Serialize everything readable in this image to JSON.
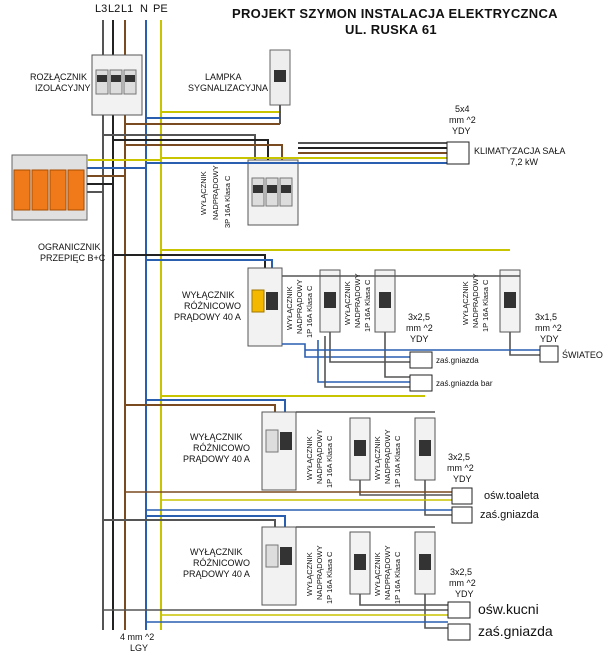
{
  "header": {
    "title_line1": "PROJEKT SZYMON INSTALACJA ELEKTRYCZNCA",
    "title_line2": "UL. RUSKA 61"
  },
  "bus": {
    "labels": [
      "L3",
      "L2",
      "L1",
      "N",
      "PE"
    ],
    "colors": {
      "L3": "#444444",
      "L2": "#222222",
      "L1": "#7a4a20",
      "N": "#2a5fb0",
      "PE": "#c9c400"
    },
    "cable_bottom_line1": "4 mm ^2",
    "cable_bottom_line2": "LGY"
  },
  "devices": {
    "isolator_line1": "ROZŁĄCZNIK",
    "isolator_line2": "IZOLACYJNY",
    "lamp_line1": "LAMPKA",
    "lamp_line2": "SYGNALIZACYJNA",
    "surge_line1": "OGRANICZNIK",
    "surge_line2": "PRZEPIĘC B+C",
    "mcb3p_line1": "WYŁĄCZNIK",
    "mcb3p_line2": "NADPRĄDOWY",
    "mcb3p_line3": "3P 16A Klasa C"
  },
  "klima": {
    "cable_line1": "5x4",
    "cable_line2": "mm ^2",
    "cable_line3": "YDY",
    "label_line1": "KLIMATYZACJA SAŁA",
    "label_line2": "7,2 kW"
  },
  "rcd_label": {
    "line1": "WYŁĄCZNIK",
    "line2": "RÓŻNICOWO",
    "line3": "PRĄDOWY 40 A"
  },
  "breaker_label": {
    "line1": "WYŁĄCZNIK",
    "line2": "NADPRĄDOWY",
    "line3_1p10": "1P 10A Klasa C",
    "line3_1p16": "1P 16A Klasa C"
  },
  "section1": {
    "cable_a_line1": "3x2,5",
    "cable_a_line2": "mm ^2",
    "cable_a_line3": "YDY",
    "cable_b_line1": "3x1,5",
    "cable_b_line2": "mm ^2",
    "cable_b_line3": "YDY",
    "load1": "zaś.gniazda",
    "load2": "zaś.gniazda bar",
    "load3": "ŚWIATEO"
  },
  "section2": {
    "cable_line1": "3x2,5",
    "cable_line2": "mm ^2",
    "cable_line3": "YDY",
    "load1": "ośw.toaleta",
    "load2": "zaś.gniazda"
  },
  "section3": {
    "cable_line1": "3x2,5",
    "cable_line2": "mm ^2",
    "cable_line3": "YDY",
    "load1": "ośw.kucni",
    "load2": "zaś.gniazda"
  }
}
